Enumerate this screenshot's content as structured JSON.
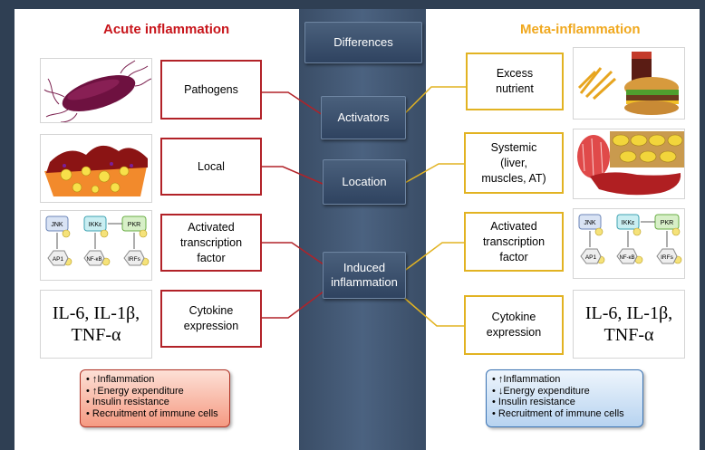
{
  "center": {
    "header": "Differences",
    "activators": "Activators",
    "location": "Location",
    "induced_line1": "Induced",
    "induced_line2": "inflammation"
  },
  "acute": {
    "title": "Acute inflammation",
    "activator": "Pathogens",
    "location": "Local",
    "tf_line1": "Activated",
    "tf_line2": "transcription",
    "tf_line3": "factor",
    "cyto_line1": "Cytokine",
    "cyto_line2": "expression",
    "cytokines_line1": "IL-6, IL-1β,",
    "cytokines_line2": "TNF-α",
    "effects": [
      "• ↑Inflammation",
      "• ↑Energy expenditure",
      "• Insulin resistance",
      "• Recruitment of immune cells"
    ]
  },
  "meta": {
    "title": "Meta-inflammation",
    "activator_line1": "Excess",
    "activator_line2": "nutrient",
    "location_line1": "Systemic",
    "location_line2": "(liver,",
    "location_line3": "muscles, AT)",
    "tf_line1": "Activated",
    "tf_line2": "transcription",
    "tf_line3": "factor",
    "cyto_line1": "Cytokine",
    "cyto_line2": "expression",
    "cytokines_line1": "IL-6, IL-1β,",
    "cytokines_line2": "TNF-α",
    "effects": [
      "• ↑Inflammation",
      "• ↓Energy expenditure",
      "• Insulin resistance",
      "• Recruitment of immune cells"
    ]
  },
  "pathway": {
    "kinase1": "JNK",
    "kinase2": "IKKε",
    "kinase3": "PKR",
    "tf1": "AP1",
    "tf2": "NF-κB",
    "tf3": "IRFs",
    "phospho": "P"
  },
  "colors": {
    "acute_accent": "#b22228",
    "meta_accent": "#e2b322",
    "center_bg": "#3a4d66"
  }
}
